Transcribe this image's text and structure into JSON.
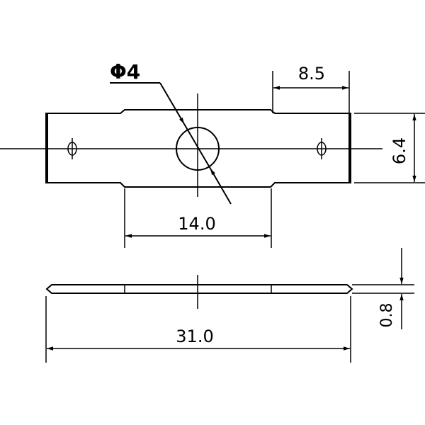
{
  "drawing": {
    "hole_diameter_label": "Φ4",
    "tab_length_label": "8.5",
    "width_label": "6.4",
    "narrow_length_label": "14.0",
    "thickness_label": "0.8",
    "overall_length_label": "31.0"
  },
  "colors": {
    "line": "#000000",
    "background": "#ffffff"
  }
}
